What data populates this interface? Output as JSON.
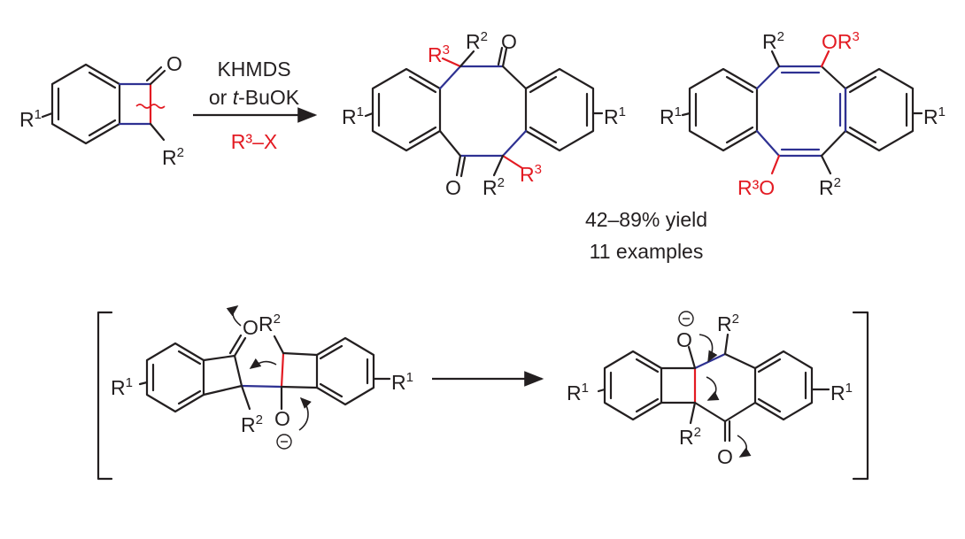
{
  "reagents": {
    "line1": "KHMDS",
    "line2_prefix": "or ",
    "line2_italic": "t",
    "line2_rest": "-BuOK",
    "line3": "R³–X"
  },
  "labels": {
    "R": "R",
    "one": "1",
    "two": "2",
    "three": "3",
    "O": "O",
    "OR": "OR",
    "R3O": "R³O"
  },
  "result": {
    "yield": "42–89% yield",
    "examples": "11 examples"
  },
  "colors": {
    "black": "#231f20",
    "red": "#e31b23",
    "blue": "#2e3192"
  },
  "icons": {
    "minus_charge": "circled-minus-icon"
  }
}
